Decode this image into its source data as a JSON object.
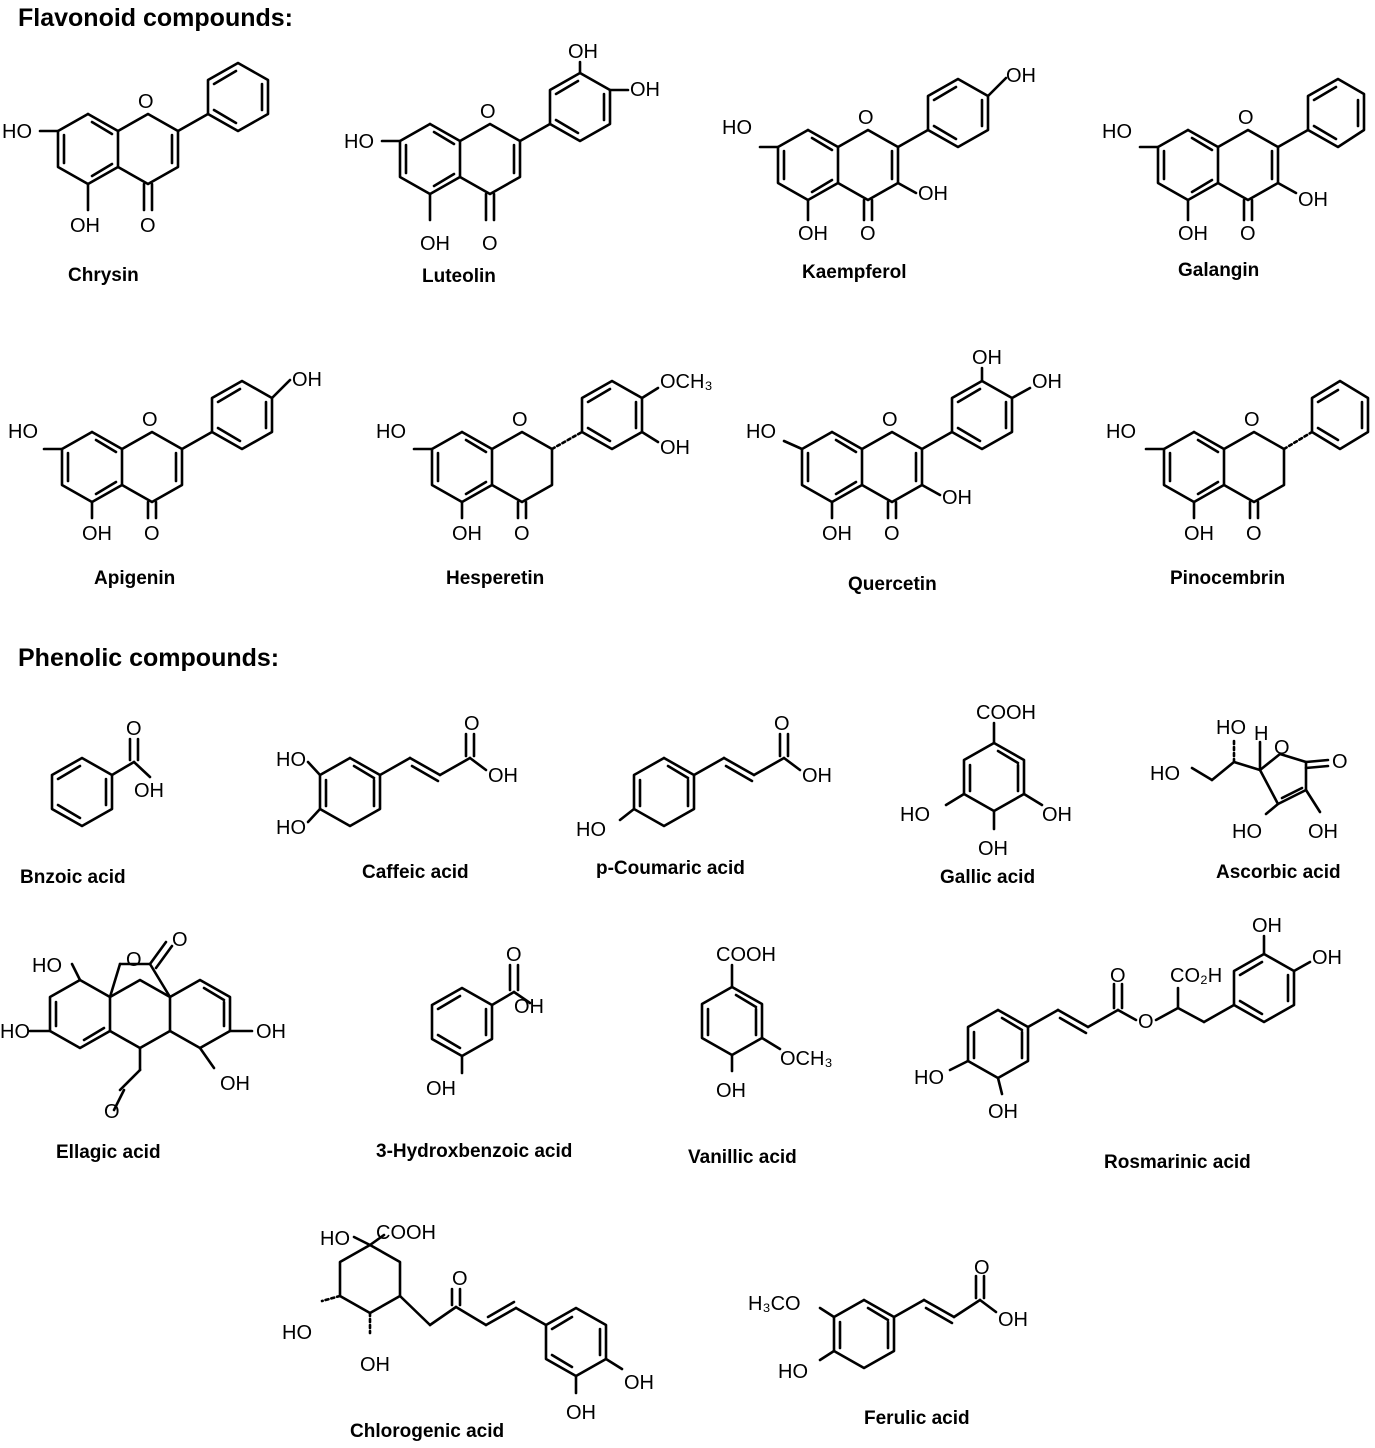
{
  "sections": {
    "flavonoid": "Flavonoid compounds:",
    "phenolic": "Phenolic compounds:"
  },
  "atoms": {
    "OH": "OH",
    "HO": "HO",
    "O": "O",
    "H": "H",
    "COOH": "COOH",
    "OCH3": "OCH₃",
    "H3CO": "H₃CO",
    "CO2H": "CO₂H"
  },
  "compounds": {
    "chrysin": "Chrysin",
    "luteolin": "Luteolin",
    "kaempferol": "Kaempferol",
    "galangin": "Galangin",
    "apigenin": "Apigenin",
    "hesperetin": "Hesperetin",
    "quercetin": "Quercetin",
    "pinocembrin": "Pinocembrin",
    "benzoic": "Bnzoic acid",
    "caffeic": "Caffeic acid",
    "coumaric": "p-Coumaric acid",
    "gallic": "Gallic acid",
    "ascorbic": "Ascorbic acid",
    "ellagic": "Ellagic acid",
    "hydroxybenzoic": "3-Hydroxbenzoic acid",
    "vanillic": "Vanillic acid",
    "rosmarinic": "Rosmarinic acid",
    "chlorogenic": "Chlorogenic acid",
    "ferulic": "Ferulic acid"
  }
}
